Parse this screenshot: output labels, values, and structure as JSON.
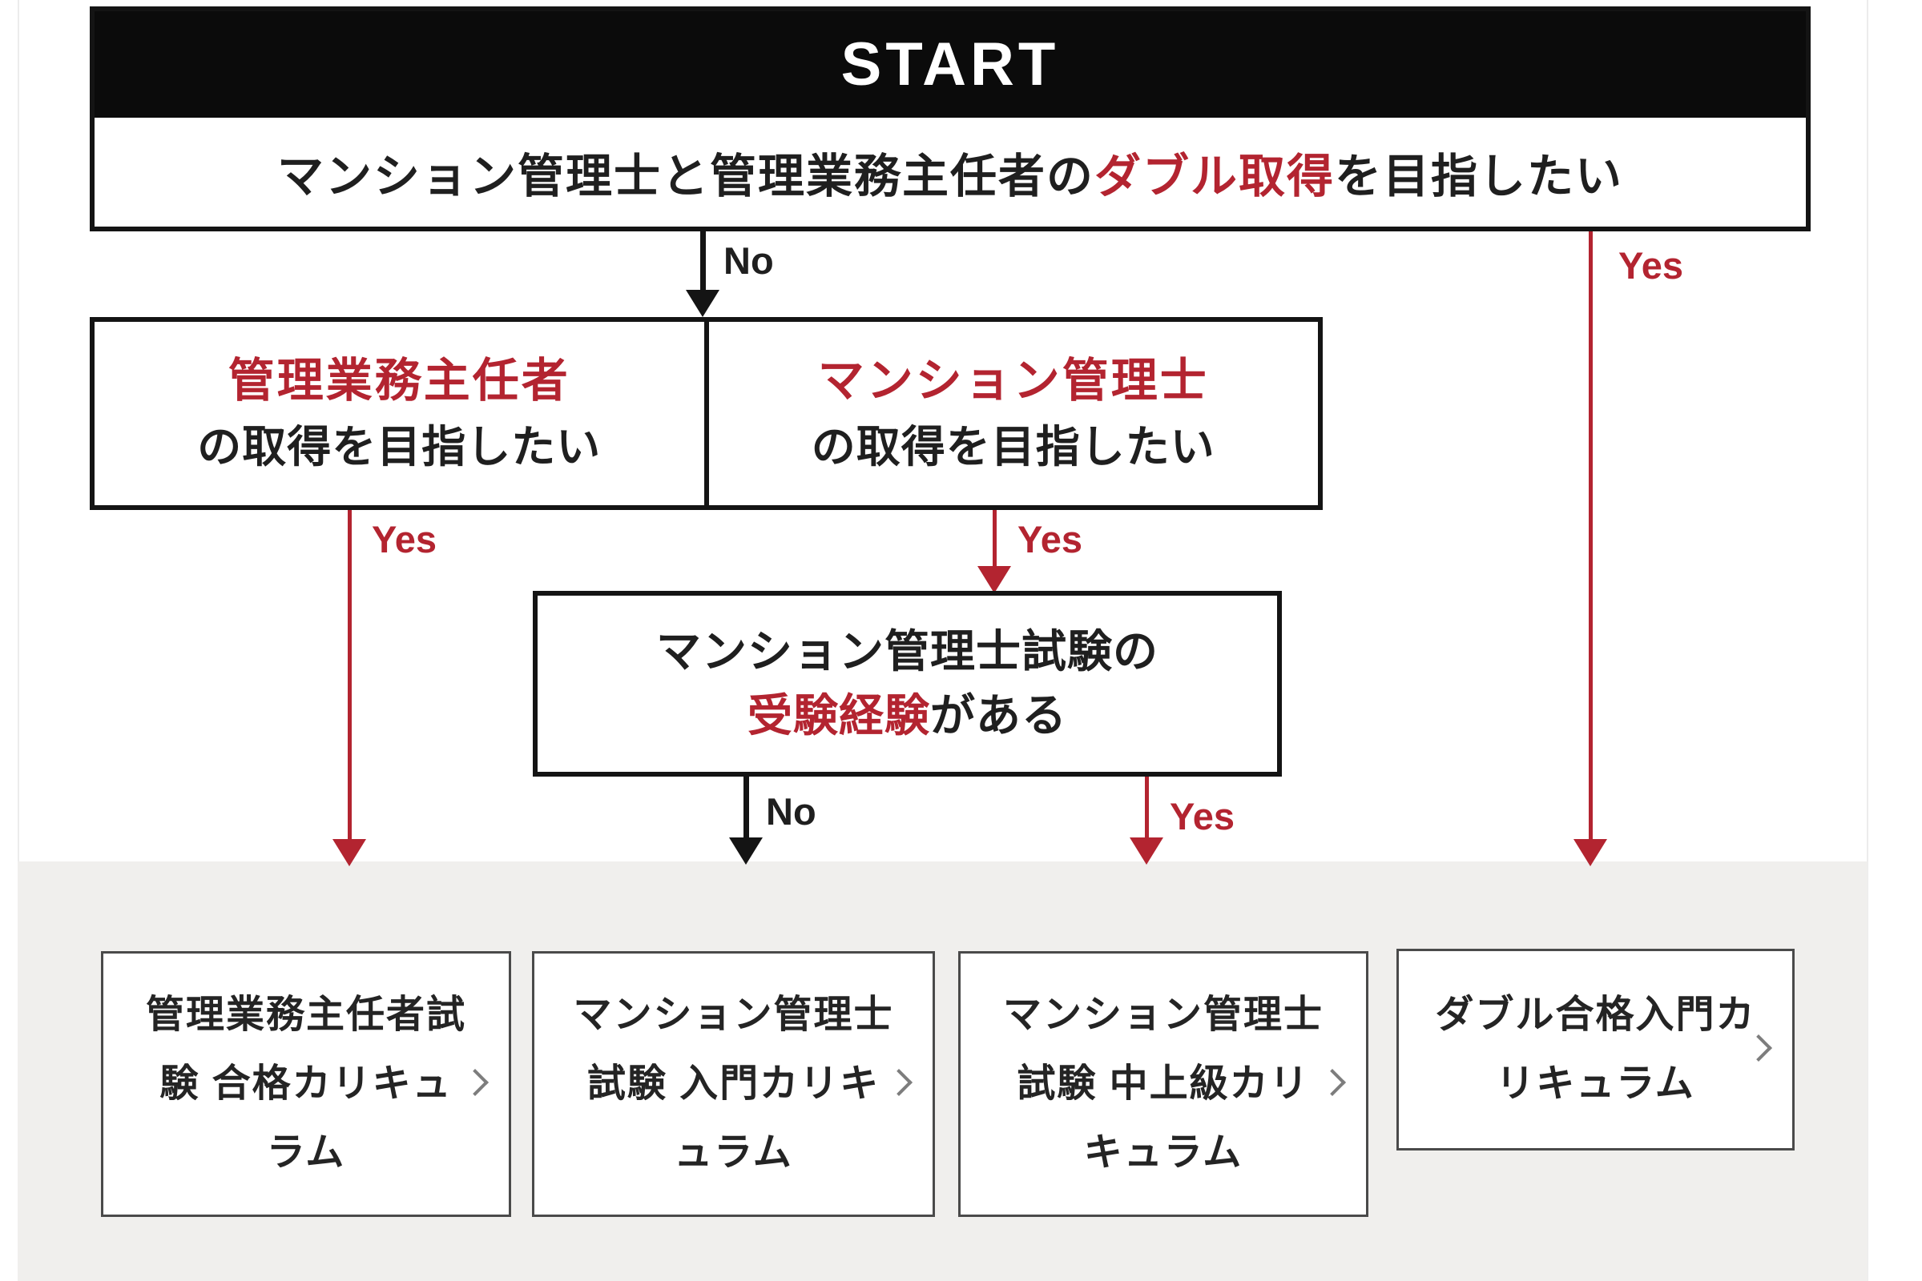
{
  "colors": {
    "accent_red": "#b32430",
    "line_black": "#141414",
    "text_black": "#1f1f1f",
    "section_bg": "#f0efed",
    "card_border": "#4a4a4a",
    "chevron_gray": "#7d7d7d",
    "start_bg": "#0b0b0b"
  },
  "flowchart": {
    "start": {
      "label": "START"
    },
    "q_double": {
      "text_before": "マンション管理士と管理業務主任者の",
      "text_highlight": "ダブル取得",
      "text_after": "を目指したい",
      "no_label": "No",
      "yes_label": "Yes"
    },
    "q_left": {
      "title": "管理業務主任者",
      "subtitle": "の取得を目指したい",
      "yes_label": "Yes"
    },
    "q_right": {
      "title": "マンション管理士",
      "subtitle": "の取得を目指したい",
      "yes_label": "Yes"
    },
    "q_experience": {
      "line1": "マンション管理士試験の",
      "line2_highlight": "受験経験",
      "line2_after": "がある",
      "no_label": "No",
      "yes_label": "Yes"
    }
  },
  "cards": [
    {
      "lines": [
        "管理業務主任者試",
        "験 合格カリキュ",
        "ラム"
      ]
    },
    {
      "lines": [
        "マンション管理士",
        "試験 入門カリキ",
        "ュラム"
      ]
    },
    {
      "lines": [
        "マンション管理士",
        "試験 中上級カリ",
        "キュラム"
      ]
    },
    {
      "lines": [
        "ダブル合格入門カ",
        "リキュラム"
      ]
    }
  ]
}
